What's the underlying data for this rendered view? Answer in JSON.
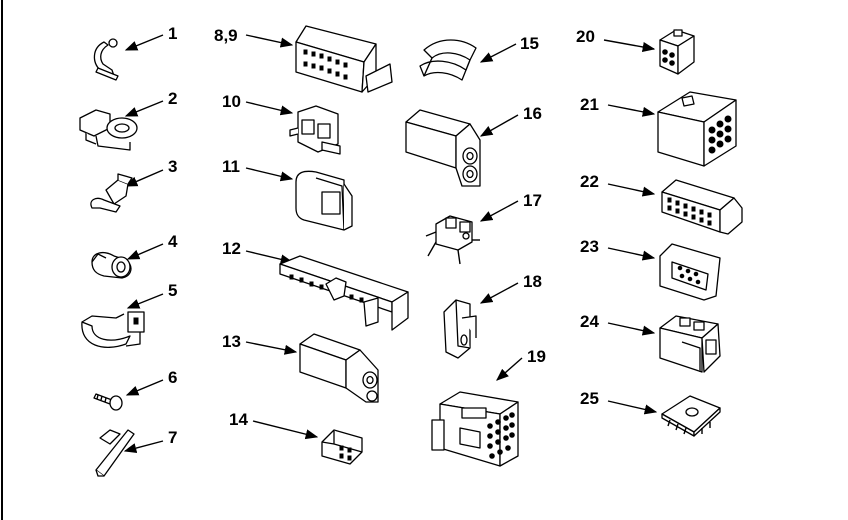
{
  "diagram": {
    "callouts": [
      "1",
      "2",
      "3",
      "4",
      "5",
      "6",
      "7",
      "8,9",
      "10",
      "11",
      "12",
      "13",
      "14",
      "15",
      "16",
      "17",
      "18",
      "19",
      "20",
      "21",
      "22",
      "23",
      "24",
      "25"
    ]
  }
}
